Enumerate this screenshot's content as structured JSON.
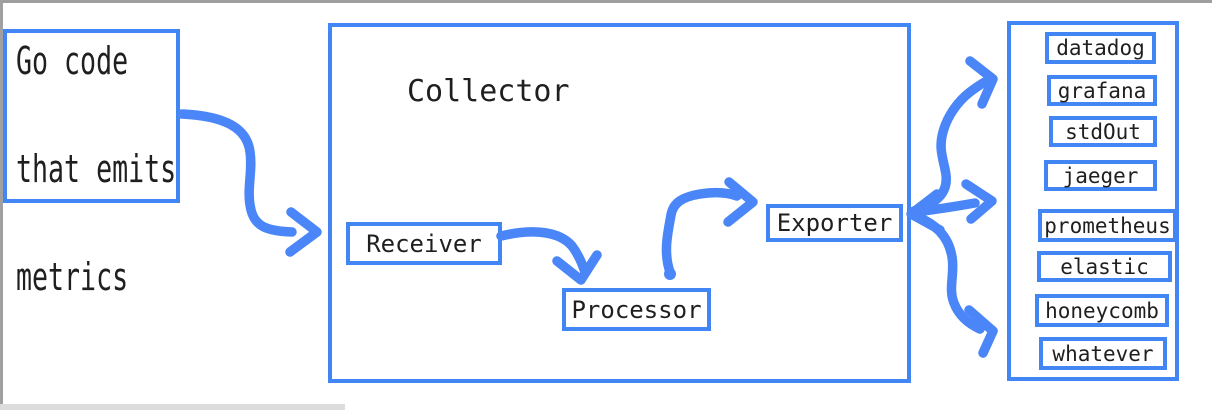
{
  "diagram": {
    "source_box": {
      "lines": [
        "Go code",
        "that emits",
        "metrics"
      ]
    },
    "collector": {
      "title": "Collector",
      "stages": {
        "receiver": "Receiver",
        "processor": "Processor",
        "exporter": "Exporter"
      }
    },
    "destinations": [
      "datadog",
      "grafana",
      "stdOut",
      "jaeger",
      "prometheus",
      "elastic",
      "honeycomb",
      "whatever"
    ],
    "edges": [
      {
        "from": "source-box",
        "to": "receiver"
      },
      {
        "from": "receiver",
        "to": "processor"
      },
      {
        "from": "processor",
        "to": "exporter"
      },
      {
        "from": "exporter",
        "to": "destinations-top-group"
      },
      {
        "from": "exporter",
        "to": "destinations-middle-group"
      },
      {
        "from": "exporter",
        "to": "destinations-bottom-group"
      }
    ],
    "colors": {
      "box_border_blue": "#4285f4",
      "arrow_blue": "#4a86f7",
      "text_black": "#1f1f1f",
      "chrome_gray": "#9e9e9e",
      "scrollbar_gray": "#dcdcdc"
    }
  }
}
